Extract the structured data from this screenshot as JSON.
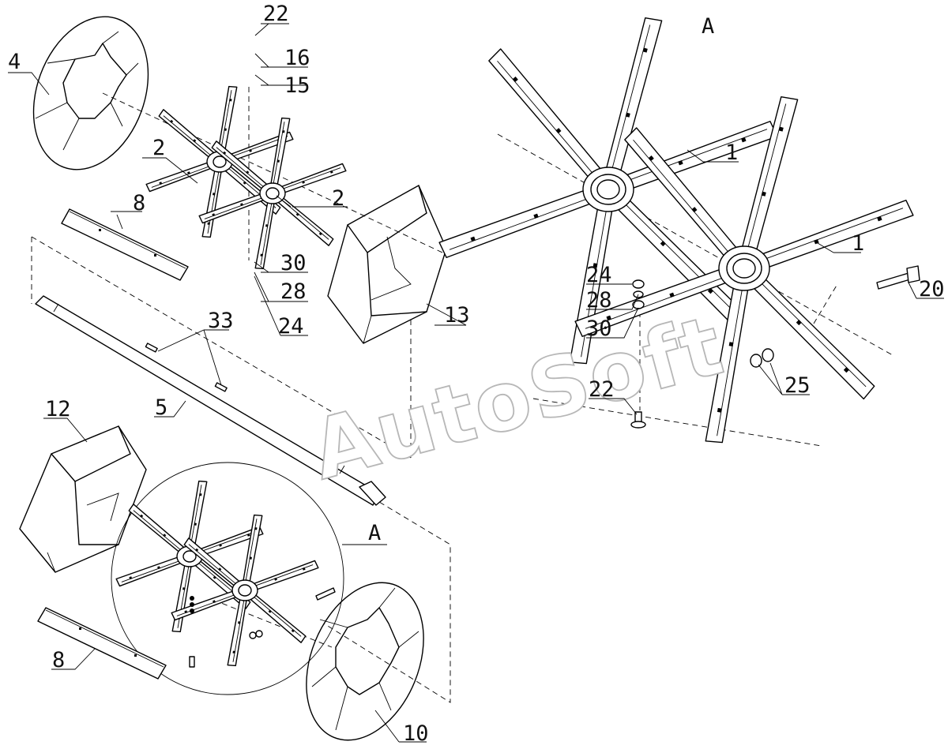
{
  "watermark": "AutoSoft",
  "view_letter": "A",
  "callout_letter": "A",
  "labels": {
    "l1a": "1",
    "l1b": "1",
    "l2a": "2",
    "l2b": "2",
    "l4": "4",
    "l5": "5",
    "l8a": "8",
    "l8b": "8",
    "l10": "10",
    "l12": "12",
    "l13": "13",
    "l15": "15",
    "l16": "16",
    "l20": "20",
    "l22a": "22",
    "l22b": "22",
    "l24a": "24",
    "l24b": "24",
    "l25": "25",
    "l28a": "28",
    "l28b": "28",
    "l30a": "30",
    "l30b": "30",
    "l33": "33"
  }
}
